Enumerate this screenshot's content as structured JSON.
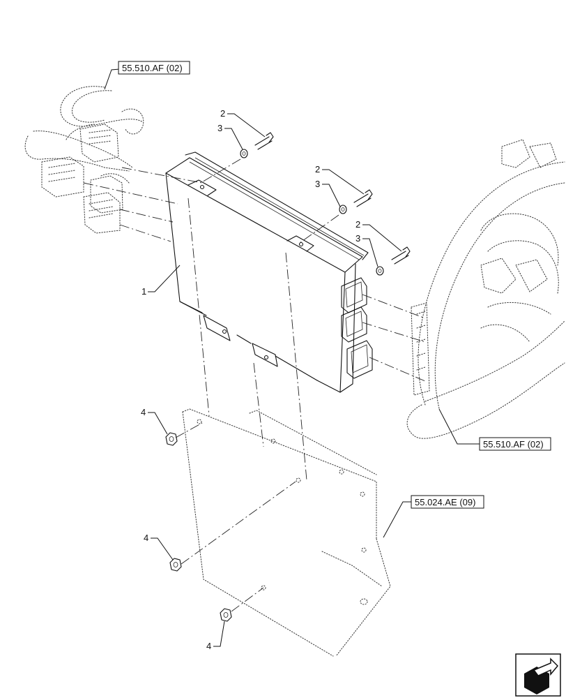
{
  "callouts": {
    "item_1": "1",
    "item_2": "2",
    "item_3": "3",
    "item_4": "4"
  },
  "references": {
    "harness_ref_top": "55.510.AF (02)",
    "harness_ref_right": "55.510.AF (02)",
    "bracket_ref": "55.024.AE (09)"
  },
  "icons": {
    "corner_nav": "next-page-arrow-icon"
  }
}
